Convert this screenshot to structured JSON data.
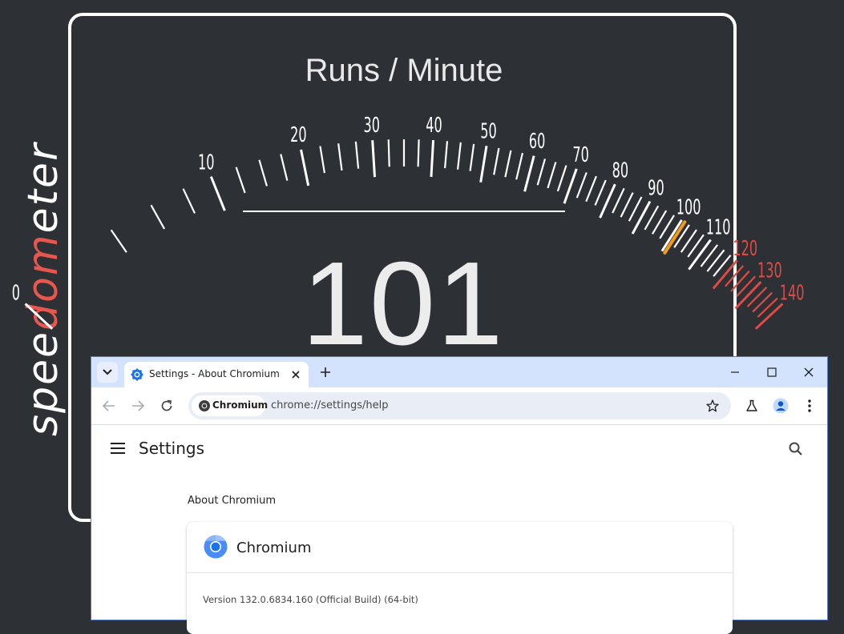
{
  "speedometer": {
    "logo_parts": [
      "spee",
      "d",
      "o",
      "m",
      "eter"
    ],
    "title": "Runs / Minute",
    "value": "101",
    "gauge": {
      "min": 0,
      "max": 140,
      "labels": [
        "0",
        "10",
        "20",
        "30",
        "40",
        "50",
        "60",
        "70",
        "80",
        "90",
        "100",
        "110",
        "120",
        "130",
        "140"
      ],
      "redline_from": 120,
      "needle_value": 101,
      "colors": {
        "normal": "#ffffff",
        "redline": "#e04b45",
        "needle": "#f39c12"
      }
    }
  },
  "browser": {
    "tab_title": "Settings - About Chromium",
    "site_chip": "Chromium",
    "url": "chrome://settings/help",
    "settings_title": "Settings",
    "section_title": "About Chromium",
    "product_name": "Chromium",
    "version": "Version 132.0.6834.160 (Official Build) (64-bit)",
    "accent": "#1a73e8",
    "tab_strip_color": "#d3e3fd"
  }
}
